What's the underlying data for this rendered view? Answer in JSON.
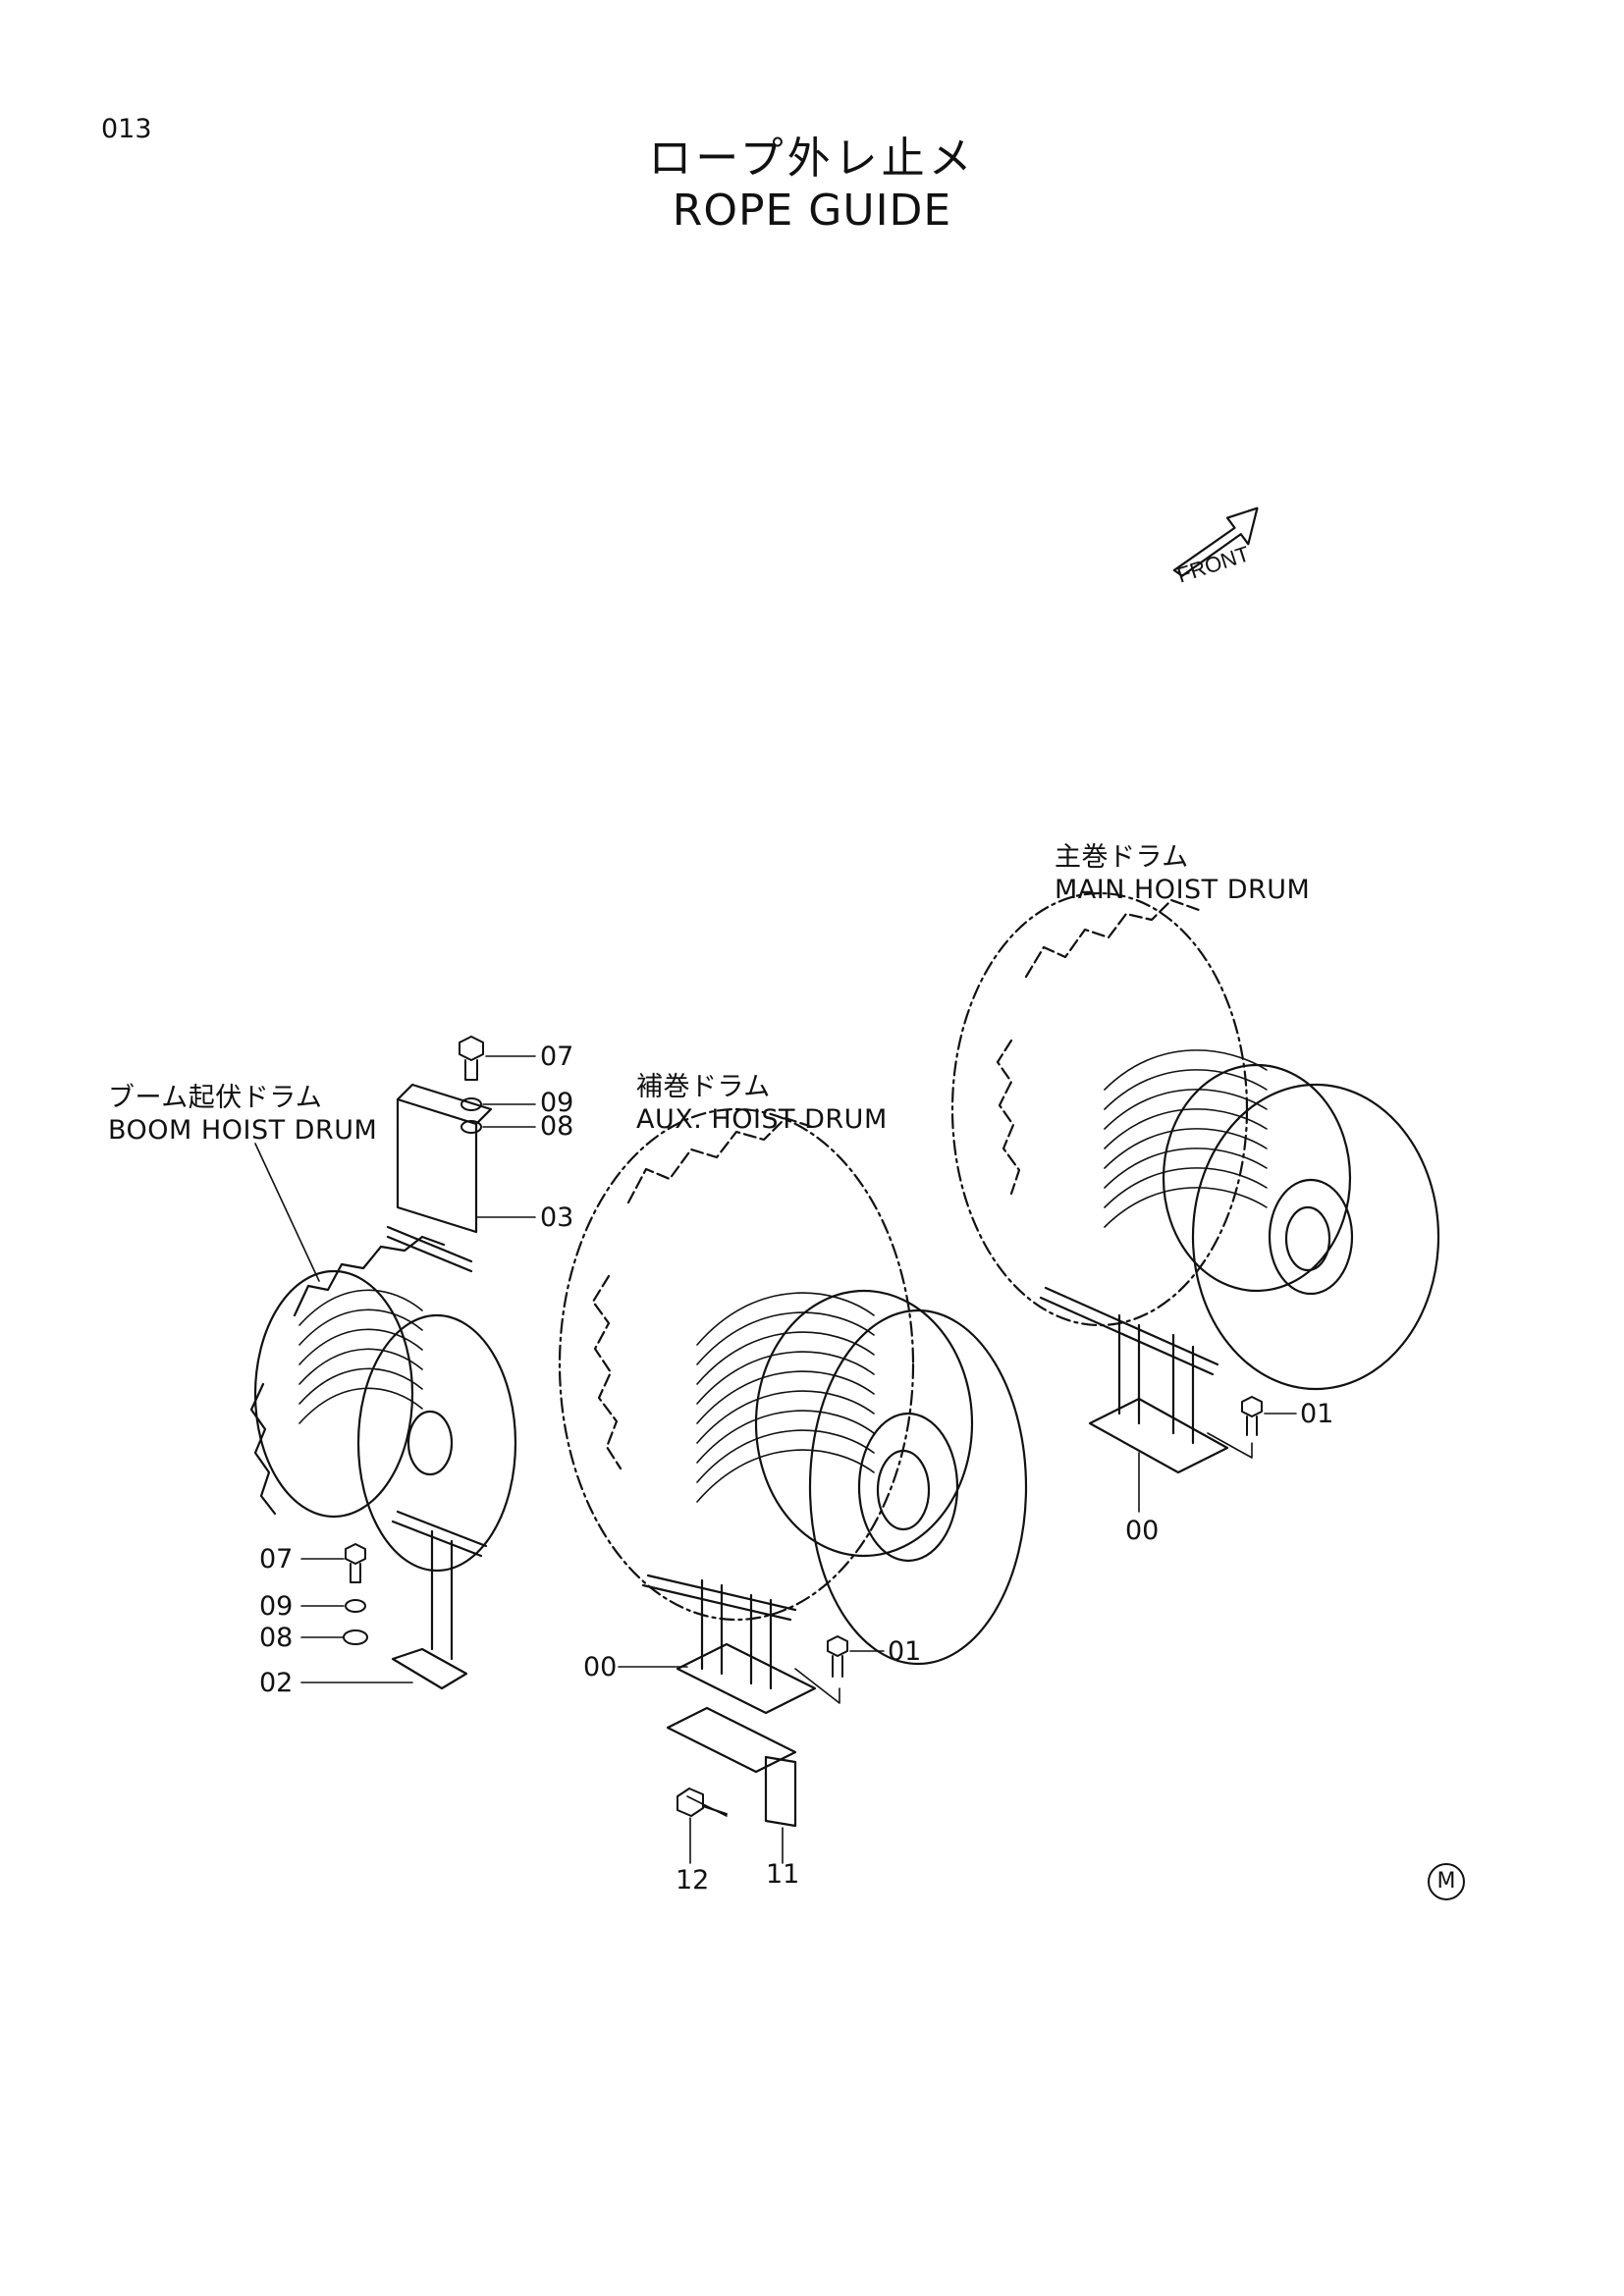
{
  "page_number": "013",
  "title": {
    "jp": "ロープ外レ止メ",
    "en": "ROPE GUIDE"
  },
  "front_arrow": "FRONT",
  "assemblies": {
    "main": {
      "jp": "主巻ドラム",
      "en": "MAIN HOIST DRUM"
    },
    "aux": {
      "jp": "補巻ドラム",
      "en": "AUX. HOIST DRUM"
    },
    "boom": {
      "jp": "ブーム起伏ドラム",
      "en": "BOOM HOIST DRUM"
    }
  },
  "callouts": {
    "boom_top_07": "07",
    "boom_top_09": "09",
    "boom_top_08": "08",
    "boom_03": "03",
    "boom_bot_07": "07",
    "boom_bot_09": "09",
    "boom_bot_08": "08",
    "boom_02": "02",
    "aux_00": "00",
    "aux_01": "01",
    "aux_12": "12",
    "aux_11": "11",
    "main_01": "01",
    "main_00": "00"
  },
  "footer_mark": "M",
  "colors": {
    "ink": "#111111",
    "paper": "#ffffff"
  }
}
